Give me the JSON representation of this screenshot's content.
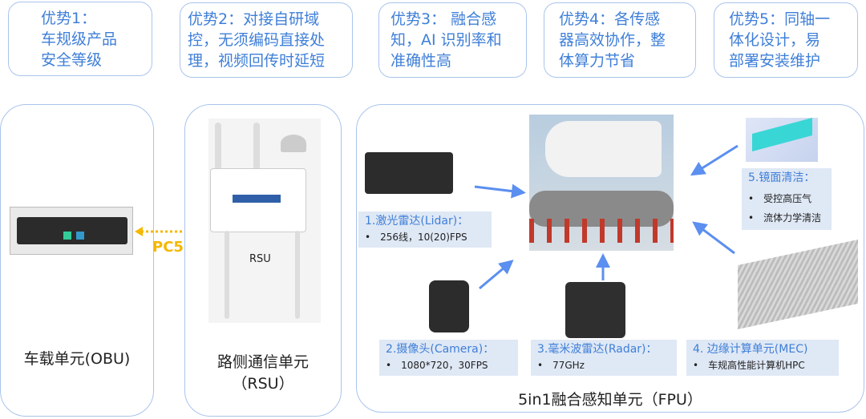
{
  "advantages": [
    {
      "lines": [
        "优势1：",
        "车规级产品",
        "安全等级"
      ]
    },
    {
      "lines": [
        "优势2：对接自研域",
        "控，无须编码直接处",
        "理，视频回传时延短"
      ]
    },
    {
      "lines": [
        "优势3： 融合感",
        "知，AI 识别率和",
        "准确性高"
      ]
    },
    {
      "lines": [
        "优势4：各传感",
        "器高效协作，整",
        "体算力节省"
      ]
    },
    {
      "lines": [
        "优势5：同轴一",
        "体化设计，易",
        "部署安装维护"
      ]
    }
  ],
  "obu": {
    "title": "车载单元(OBU)"
  },
  "link": {
    "label": "PC5"
  },
  "rsu": {
    "device_label": "RSU",
    "title_line1": "路侧通信单元",
    "title_line2": "（RSU）"
  },
  "fpu": {
    "title": "5in1融合感知单元（FPU）",
    "components": [
      {
        "heading": "1.激光雷达(Lidar)：",
        "bullets": [
          "256线，10(20)FPS"
        ]
      },
      {
        "heading": "2.摄像头(Camera)：",
        "bullets": [
          "1080*720，30FPS"
        ]
      },
      {
        "heading": "3.毫米波雷达(Radar)：",
        "bullets": [
          "77GHz"
        ]
      },
      {
        "heading": "4. 边缘计算单元(MEC)",
        "bullets": [
          "车规高性能计算机HPC"
        ]
      },
      {
        "heading": "5.镜面清洁：",
        "bullets": [
          "受控高压气",
          "流体力学清洁"
        ]
      }
    ]
  },
  "colors": {
    "accent": "#3f7fd8",
    "arrow": "#5b8ff0",
    "pc5": "#f5b800",
    "border": "#aac4ec"
  }
}
